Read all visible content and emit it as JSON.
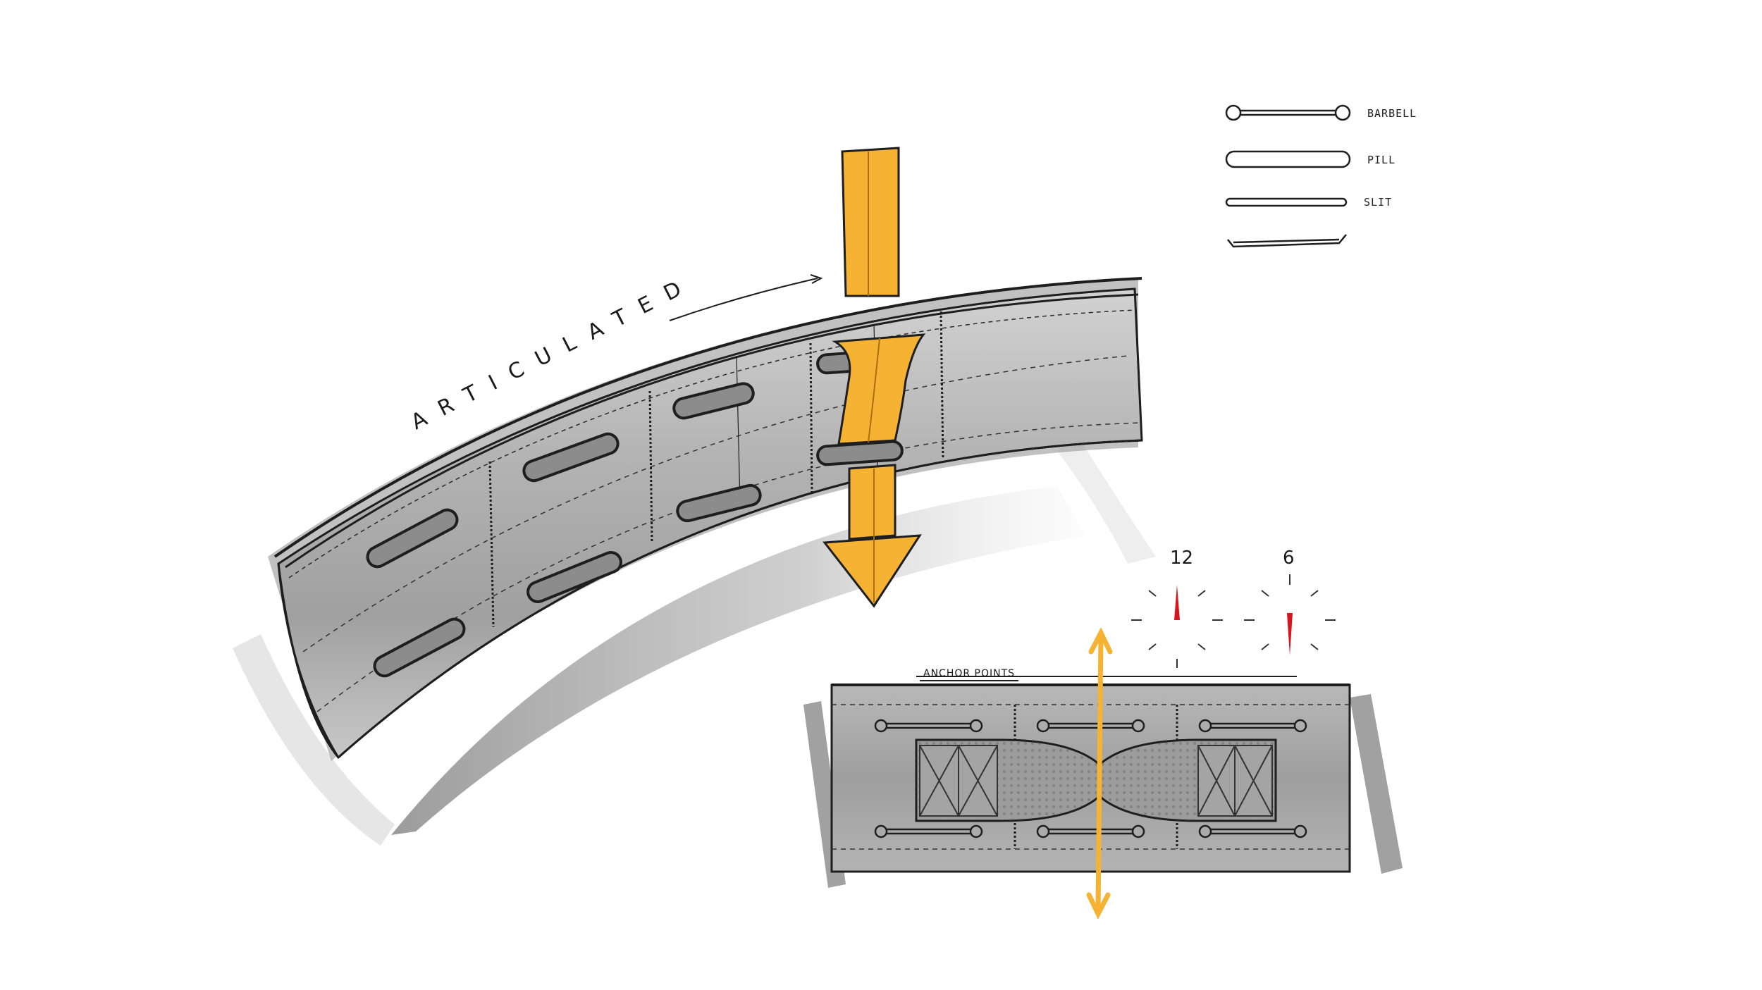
{
  "labels": {
    "articulated": "ARTICULATED",
    "anchor_points": "ANCHOR POINTS",
    "clock_12": "12",
    "clock_6": "6"
  },
  "legend": {
    "items": [
      {
        "shape": "barbell",
        "label": "BARBELL"
      },
      {
        "shape": "pill",
        "label": "PILL"
      },
      {
        "shape": "slit",
        "label": "SLIT"
      },
      {
        "shape": "curved-slit",
        "label": ""
      }
    ]
  },
  "colors": {
    "band_fill": "#9a9a9a",
    "band_light": "#d6d6d6",
    "arrow_orange": "#f6b333",
    "outline": "#1e1e1e",
    "clock_red": "#d8141c"
  }
}
